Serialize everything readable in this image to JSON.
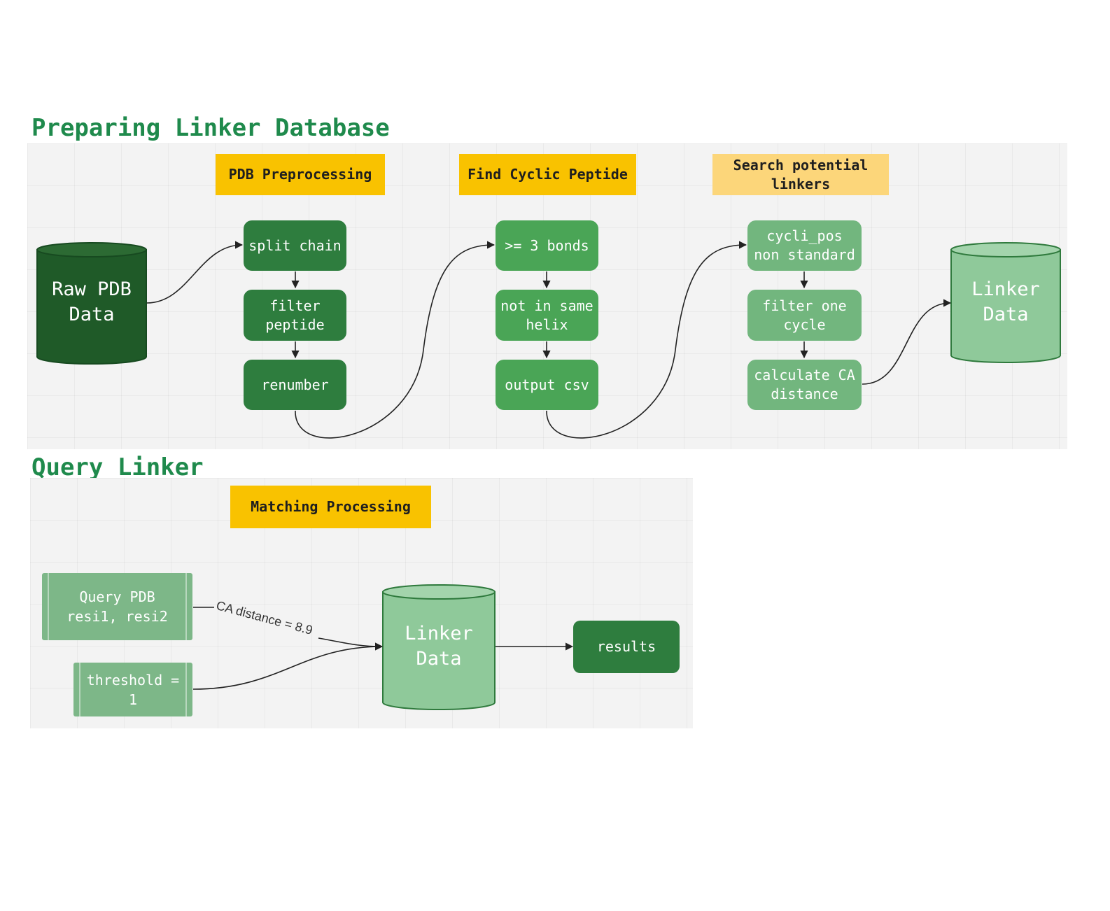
{
  "colors": {
    "title_green": "#1f8a4c",
    "stage_yellow": "#f9c200",
    "stage_yellow_light": "#fcd67a",
    "node_dark": "#2e7d3e",
    "node_mid": "#4aa556",
    "node_light": "#72b67e",
    "db_dark": "#1f5a28",
    "db_light": "#8fc99a",
    "panel_bg": "#f3f3f3"
  },
  "section1": {
    "title": "Preparing Linker Database",
    "stages": {
      "pdb_preprocessing": "PDB Preprocessing",
      "find_cyclic_peptide": "Find Cyclic Peptide",
      "search_potential_linkers": "Search potential linkers"
    },
    "raw_pdb_db": "Raw PDB\nData",
    "linker_db": "Linker\nData",
    "col1": {
      "split_chain": "split chain",
      "filter_peptide": "filter peptide",
      "renumber": "renumber"
    },
    "col2": {
      "bonds": ">= 3 bonds",
      "not_same_helix": "not in same helix",
      "output_csv": "output csv"
    },
    "col3": {
      "cycli_pos": "cycli_pos non standard",
      "filter_one_cycle": "filter one cycle",
      "calc_ca_distance": "calculate CA distance"
    }
  },
  "section2": {
    "title": "Query Linker",
    "stage": "Matching Processing",
    "query_pdb": "Query PDB resi1, resi2",
    "threshold": "threshold = 1",
    "edge_label": "CA distance = 8.9",
    "linker_db": "Linker\nData",
    "results": "results"
  }
}
